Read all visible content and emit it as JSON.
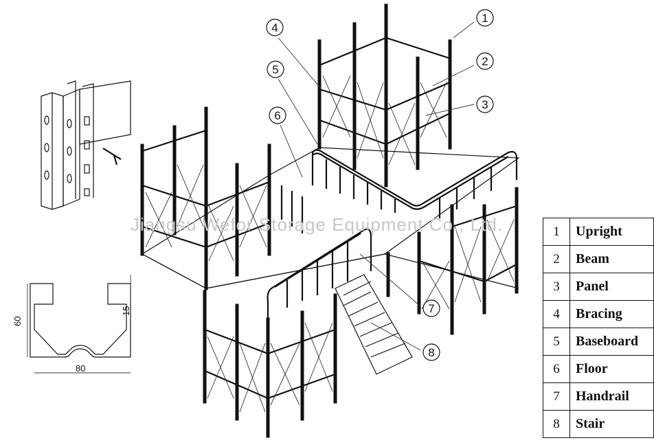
{
  "watermark": "Jiangsu Wefor Storage Equipment Co., Ltd.",
  "callouts": [
    "1",
    "2",
    "3",
    "4",
    "5",
    "6",
    "7",
    "8"
  ],
  "dimensions": {
    "height": "60",
    "lip": "15",
    "width": "80"
  },
  "legend": [
    {
      "num": "1",
      "label": "Upright"
    },
    {
      "num": "2",
      "label": "Beam"
    },
    {
      "num": "3",
      "label": "Panel"
    },
    {
      "num": "4",
      "label": "Bracing"
    },
    {
      "num": "5",
      "label": "Baseboard"
    },
    {
      "num": "6",
      "label": "Floor"
    },
    {
      "num": "7",
      "label": "Handrail"
    },
    {
      "num": "8",
      "label": "Stair"
    }
  ]
}
